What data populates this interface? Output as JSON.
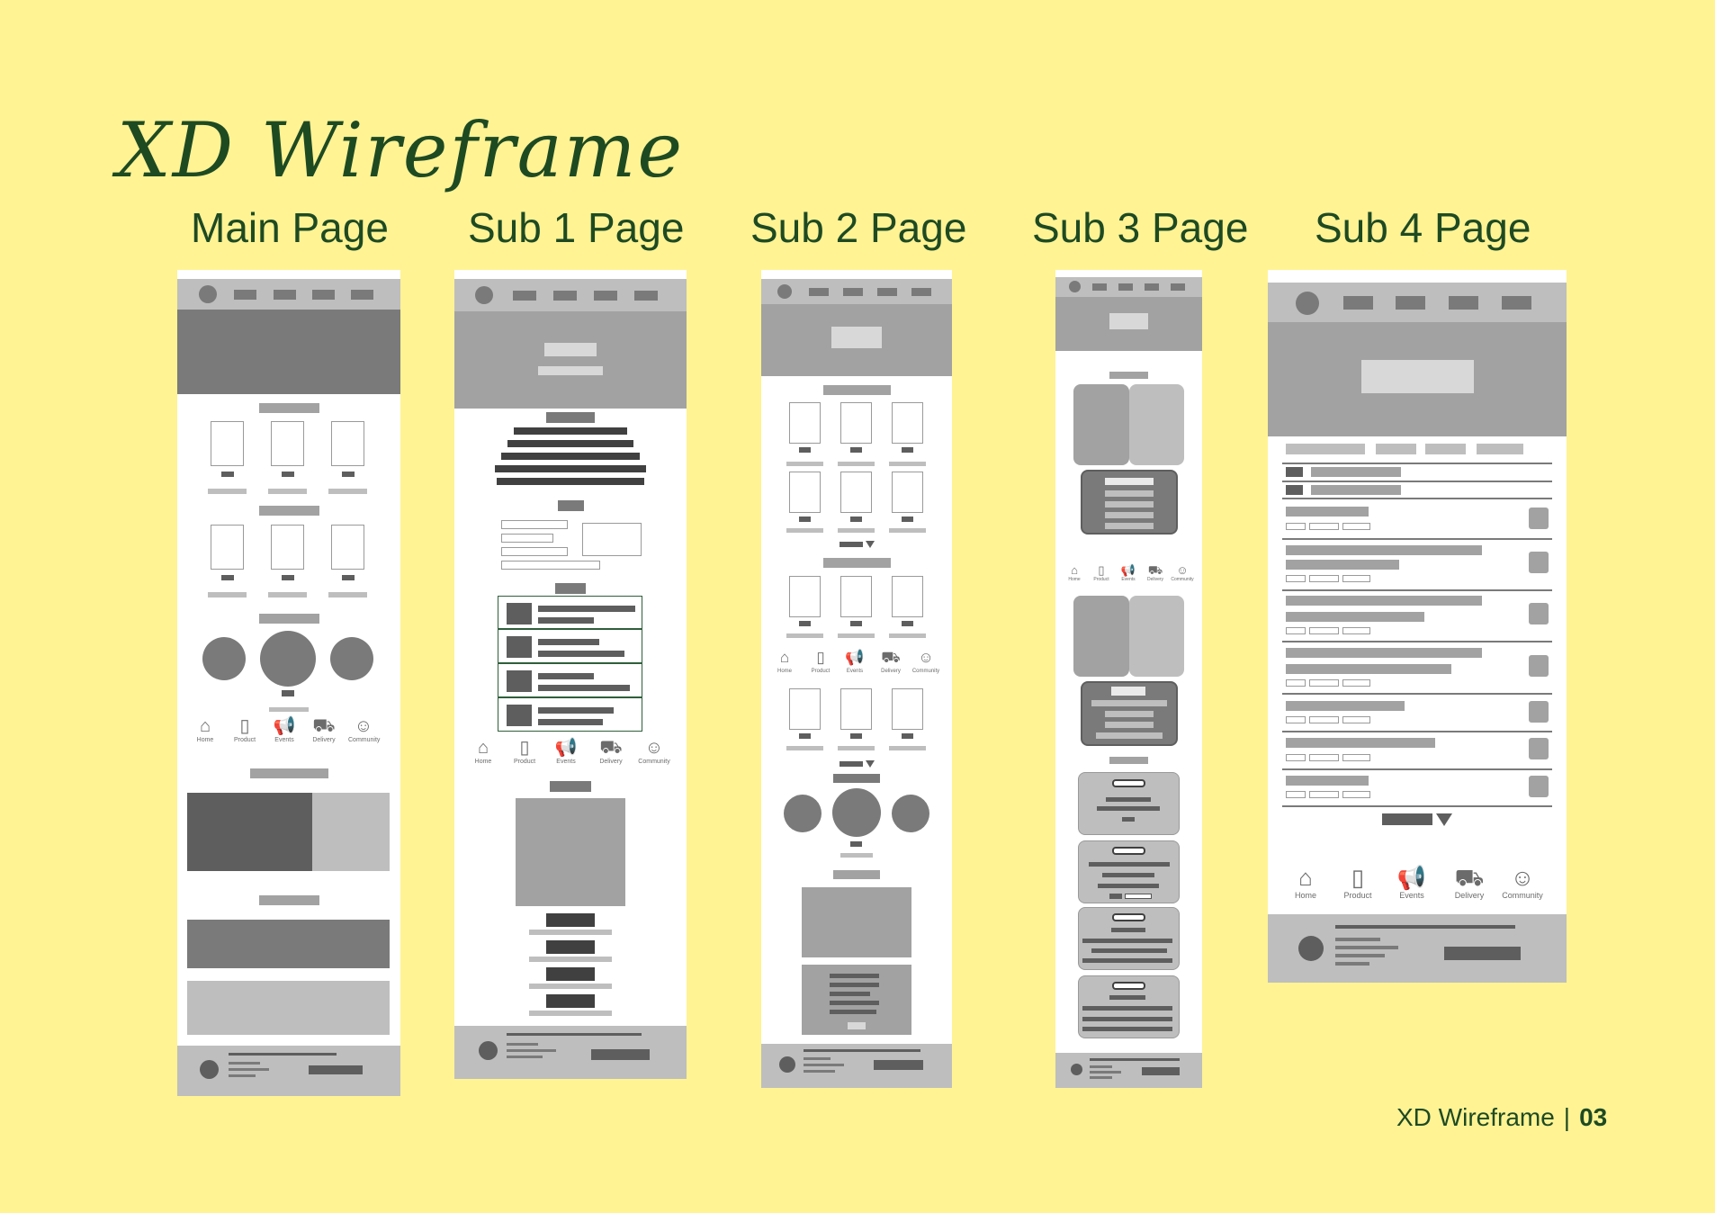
{
  "title": "XD Wireframe",
  "pages": [
    {
      "label": "Main Page"
    },
    {
      "label": "Sub 1 Page"
    },
    {
      "label": "Sub 2 Page"
    },
    {
      "label": "Sub 3 Page"
    },
    {
      "label": "Sub 4 Page"
    }
  ],
  "nav_icons": [
    {
      "icon": "home-icon",
      "label": "Home"
    },
    {
      "icon": "product-icon",
      "label": "Product"
    },
    {
      "icon": "events-icon",
      "label": "Events"
    },
    {
      "icon": "delivery-icon",
      "label": "Delivery"
    },
    {
      "icon": "community-icon",
      "label": "Community"
    }
  ],
  "footer": {
    "text": "XD Wireframe",
    "separator": "|",
    "page_number": "03"
  },
  "colors": {
    "background": "#FFF394",
    "heading": "#1E4A22"
  }
}
